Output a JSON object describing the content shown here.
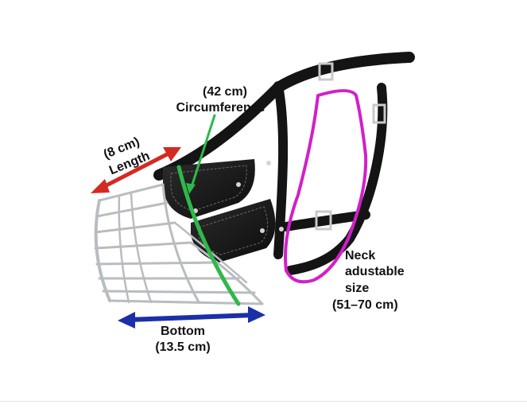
{
  "labels": {
    "circumference_value": "(42 cm)",
    "circumference_name": "Circumference",
    "length_value": "(8 cm)",
    "length_name": "Length",
    "bottom_name": "Bottom",
    "bottom_value": "(13.5 cm)",
    "neck_line1": "Neck",
    "neck_line2": "adustable",
    "neck_line3": "size",
    "neck_value": "(51–70 cm)"
  },
  "colors": {
    "length_arrow": "#d42a22",
    "bottom_arrow": "#1b2fa8",
    "circumference_line": "#2fb84a",
    "neck_outline": "#d21fc9",
    "leather": "#141414",
    "wire": "#b9bcc0"
  },
  "icons": {
    "muzzle": "wire-basket-muzzle-illustration"
  }
}
